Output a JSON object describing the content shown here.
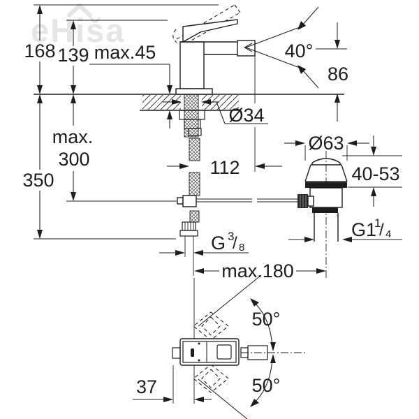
{
  "title": "Bidet mixer technical dimension drawing",
  "watermark": {
    "text": "eHiša",
    "icon": "house-roof-icon"
  },
  "labels": {
    "d168": "168",
    "d139": "139",
    "max45": "max.45",
    "deg40": "40°",
    "d86": "86",
    "dia34": "Ø34",
    "max_word": "max.",
    "d300": "300",
    "d350": "350",
    "d112": "112",
    "dia63": "Ø63",
    "d4053": "40-53",
    "g114_prefix": "G1",
    "g114_sup": "1",
    "g114_slash": "/",
    "g114_sub": "4",
    "g38_prefix": "G",
    "g38_sup": "3",
    "g38_slash": "/",
    "g38_sub": "8",
    "max180": "max.180",
    "deg50_top": "50°",
    "deg50_bottom": "50°",
    "d37": "37"
  },
  "colors": {
    "line": "#1d1d1d",
    "watermark": "#e5e5e5",
    "background": "#ffffff"
  }
}
